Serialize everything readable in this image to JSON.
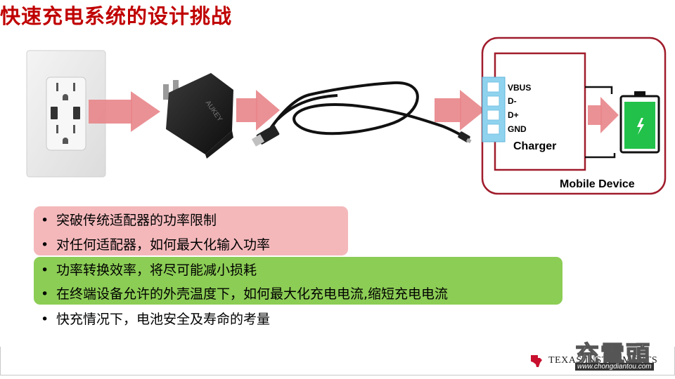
{
  "title": "快速充电系统的设计挑战",
  "diagram": {
    "pins": [
      "VBUS",
      "D-",
      "D+",
      "GND"
    ],
    "charger_label": "Charger",
    "device_label": "Mobile Device",
    "adapter_brand": "AUKEY"
  },
  "bullets_red": [
    "突破传统适配器的功率限制",
    "对任何适配器，如何最大化输入功率"
  ],
  "bullets_green": [
    "功率转换效率，将尽可能减小损耗",
    "在终端设备允许的外壳温度下，如何最大化充电电流,缩短充电电流"
  ],
  "bullets_plain": [
    "快充情况下，电池安全及寿命的考量"
  ],
  "bullet_char": "•",
  "footer": {
    "brand": "TEXAS INSTRUMENTS",
    "watermark": "充電頭",
    "watermark_url": "www.chongdiantou.com"
  },
  "colors": {
    "title": "#c00000",
    "red_band": "#f4b8bb",
    "green_band": "#8ccd55",
    "arrow": "#e8858a",
    "device_border": "#a01c2c",
    "pin_box": "#8fd3ef",
    "battery_fill": "#22c24a"
  }
}
